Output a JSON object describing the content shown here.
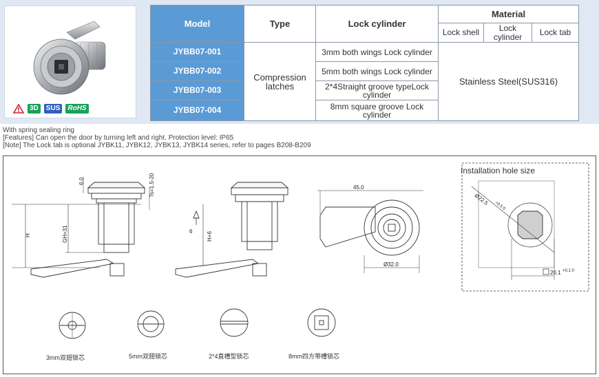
{
  "product": {
    "badges": [
      "3D",
      "SUS",
      "RoHS"
    ]
  },
  "spec_table": {
    "headers": {
      "model": "Model",
      "type": "Type",
      "lock_cylinder": "Lock cylinder",
      "material": "Material",
      "lock_shell": "Lock shell",
      "lock_cylinder_sub": "Lock cylinder",
      "lock_tab": "Lock tab"
    },
    "rows": [
      {
        "model": "JYBB07-001",
        "cylinder": "3mm both wings Lock cylinder"
      },
      {
        "model": "JYBB07-002",
        "cylinder": "5mm both wings Lock cylinder"
      },
      {
        "model": "JYBB07-003",
        "cylinder": "2*4Straight groove typeLock cylinder"
      },
      {
        "model": "JYBB07-004",
        "cylinder": "8mm square  groove Lock cylinder"
      }
    ],
    "type_value": "Compression latches",
    "material_value": "Stainless Steel(SUS316)"
  },
  "notes": {
    "line1": "With spring sealing ring",
    "line2": "[Features] Can open the door by turning left and right. Protection level: IP65",
    "line3": "[Note] The Lock tab is optional JYBK11, JYBK12, JYBK13, JYBK14 series, refer to pages B208-B209"
  },
  "drawing": {
    "dims": {
      "d6": "6.0",
      "ts": "Ts=1.5-20",
      "h": "H",
      "gh": "GH=31",
      "six": "6",
      "h6": "H+6",
      "len45": "45.0",
      "dia32": "Ø32.0"
    },
    "install_title": "Installation hole size",
    "install_dia": "Ø22.5",
    "install_dia_tol": "+0.5 0",
    "install_sq": "20.1",
    "install_sq_tol": "+0.1 0",
    "cores": [
      "3mm双翅锁芯",
      "5mm双翅锁芯",
      "2*4直槽型锁芯",
      "8mm四方带槽锁芯"
    ]
  },
  "colors": {
    "model_blue": "#5b9bd5",
    "band": "#dfe8f3"
  }
}
